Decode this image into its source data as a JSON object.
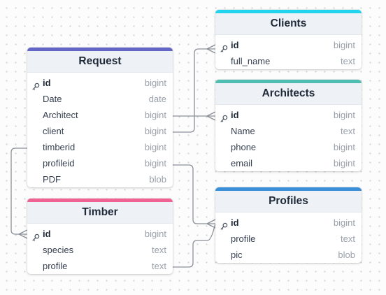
{
  "tables": {
    "clients": {
      "title": "Clients",
      "accent": "#22d3ee",
      "fields": [
        {
          "name": "id",
          "type": "bigint"
        },
        {
          "name": "full_name",
          "type": "text"
        }
      ]
    },
    "request": {
      "title": "Request",
      "accent": "#6366c4",
      "fields": [
        {
          "name": "id",
          "type": "bigint"
        },
        {
          "name": "Date",
          "type": "date"
        },
        {
          "name": "Architect",
          "type": "bigint"
        },
        {
          "name": "client",
          "type": "bigint"
        },
        {
          "name": "timberid",
          "type": "bigint"
        },
        {
          "name": "profileid",
          "type": "bigint"
        },
        {
          "name": "PDF",
          "type": "blob"
        }
      ]
    },
    "architects": {
      "title": "Architects",
      "accent": "#4fbdaf",
      "fields": [
        {
          "name": "id",
          "type": "bigint"
        },
        {
          "name": "Name",
          "type": "text"
        },
        {
          "name": "phone",
          "type": "bigint"
        },
        {
          "name": "email",
          "type": "bigint"
        }
      ]
    },
    "timber": {
      "title": "Timber",
      "accent": "#f06292",
      "fields": [
        {
          "name": "id",
          "type": "bigint"
        },
        {
          "name": "species",
          "type": "text"
        },
        {
          "name": "profile",
          "type": "text"
        }
      ]
    },
    "profiles": {
      "title": "Profiles",
      "accent": "#3b8fd9",
      "fields": [
        {
          "name": "id",
          "type": "bigint"
        },
        {
          "name": "profile",
          "type": "text"
        },
        {
          "name": "pic",
          "type": "blob"
        }
      ]
    }
  },
  "relations": [
    {
      "from": "request.client",
      "to": "clients.id"
    },
    {
      "from": "request.Architect",
      "to": "architects.id"
    },
    {
      "from": "request.timberid",
      "to": "timber.id"
    },
    {
      "from": "request.profileid",
      "to": "profiles.id"
    },
    {
      "from": "timber.profile",
      "to": "profiles.id"
    }
  ],
  "colors": {
    "link": "#8a8f98"
  }
}
